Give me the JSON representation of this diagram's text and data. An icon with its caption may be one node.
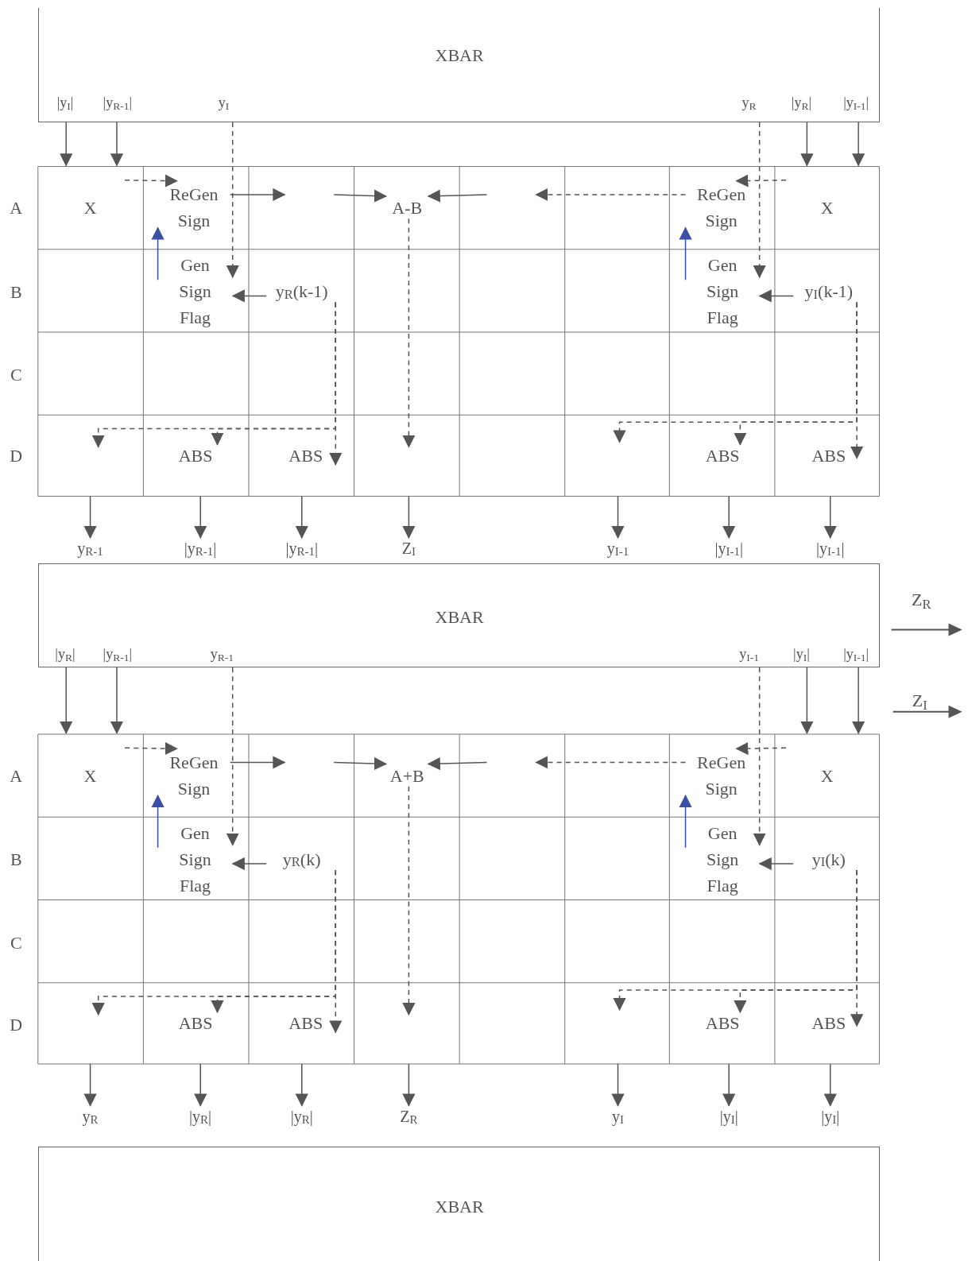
{
  "diagram": {
    "nodes": [
      {
        "text": [
          "XBAR",
          "|y$_{I}$|",
          "|y$_{R-1}$|",
          "y$_{I}$",
          "y$_{R}$",
          "|y$_{R}$|",
          "|y$_{I-1}$|"
        ]
      },
      {
        "text": [
          "X"
        ]
      },
      {
        "text": [
          "ReGen Sign"
        ]
      },
      {
        "text": [
          "A-B"
        ]
      },
      {
        "text": [
          "ReGen Sign"
        ]
      },
      {
        "text": [
          "X"
        ]
      },
      {
        "text": [
          "Gen Sign Flag"
        ]
      },
      {
        "text": [
          "y$_{R}$(k-1)"
        ]
      },
      {
        "text": [
          "Gen Sign Flag"
        ]
      },
      {
        "text": [
          "y$_{I}$(k-1)"
        ]
      },
      {
        "text": [
          "ABS"
        ]
      },
      {
        "text": [
          "ABS"
        ]
      },
      {
        "text": [
          "ABS"
        ]
      },
      {
        "text": [
          "ABS"
        ]
      },
      {
        "text": [
          "y$_{R-1}$"
        ]
      },
      {
        "text": [
          "|y$_{R-1}$|"
        ]
      },
      {
        "text": [
          "|y$_{R-1}$|"
        ]
      },
      {
        "text": [
          "Z$_{I}$"
        ]
      },
      {
        "text": [
          "y$_{I-1}$"
        ]
      },
      {
        "text": [
          "|y$_{I-1}$|"
        ]
      },
      {
        "text": [
          "|y$_{I-1}$|"
        ]
      },
      {
        "text": [
          "XBAR",
          "|y$_{R}$|",
          "|y$_{R-1}$|",
          "y$_{R-1}$",
          "y$_{I-1}$",
          "|y$_{I}$|",
          "|y$_{I-1}$|"
        ]
      },
      {
        "text": [
          "X"
        ]
      },
      {
        "text": [
          "ReGen Sign"
        ]
      },
      {
        "text": [
          "A+B"
        ]
      },
      {
        "text": [
          "ReGen Sign"
        ]
      },
      {
        "text": [
          "X"
        ]
      },
      {
        "text": [
          "Gen Sign Flag"
        ]
      },
      {
        "text": [
          "y$_{R}$(k)"
        ]
      },
      {
        "text": [
          "Gen Sign Flag"
        ]
      },
      {
        "text": [
          "y$_{I}$(k)"
        ]
      },
      {
        "text": [
          "ABS"
        ]
      },
      {
        "text": [
          "ABS"
        ]
      },
      {
        "text": [
          "ABS"
        ]
      },
      {
        "text": [
          "ABS"
        ]
      },
      {
        "text": [
          "y$_{R}$"
        ]
      },
      {
        "text": [
          "|y$_{R}$|"
        ]
      },
      {
        "text": [
          "|y$_{R}$|"
        ]
      },
      {
        "text": [
          "Z$_{R}$"
        ]
      },
      {
        "text": [
          "y$_{I}$"
        ]
      },
      {
        "text": [
          "|y$_{I}$|"
        ]
      },
      {
        "text": [
          "|y$_{I}$|"
        ]
      },
      {
        "text": [
          "XBAR"
        ]
      }
    ],
    "edges": [
      {
        "from": 0,
        "to": 1,
        "arrow": "to"
      },
      {
        "from": 0,
        "to": 1,
        "arrow": "to"
      },
      {
        "from": 0,
        "to": 5,
        "arrow": "to"
      },
      {
        "from": 0,
        "to": 5,
        "arrow": "to"
      },
      {
        "from": 0,
        "to": 6,
        "arrow": "to",
        "style": "dashed"
      },
      {
        "from": 0,
        "to": 8,
        "arrow": "to",
        "style": "dashed"
      },
      {
        "from": null,
        "to": 2,
        "arrow": "to",
        "style": "dashed"
      },
      {
        "from": 2,
        "to": null,
        "arrow": "to"
      },
      {
        "from": null,
        "to": 3,
        "arrow": "to"
      },
      {
        "from": null,
        "to": 3,
        "arrow": "to"
      },
      {
        "from": 4,
        "to": null,
        "arrow": "to",
        "style": "dashed"
      },
      {
        "from": null,
        "to": 4,
        "arrow": "to",
        "style": "dashed"
      },
      {
        "from": 6,
        "to": 2,
        "arrow": "to",
        "color": "#3b4fa3"
      },
      {
        "from": 8,
        "to": 4,
        "arrow": "to",
        "color": "#3b4fa3"
      },
      {
        "from": 7,
        "to": 6,
        "arrow": "to"
      },
      {
        "from": 9,
        "to": 8,
        "arrow": "to"
      },
      {
        "from": 7,
        "to": 11,
        "arrow": "to",
        "style": "dashed"
      },
      {
        "from": 7,
        "to": 10,
        "arrow": "to",
        "style": "dashed"
      },
      {
        "from": 7,
        "to": null,
        "arrow": "to",
        "style": "dashed"
      },
      {
        "from": 3,
        "to": null,
        "arrow": "to",
        "style": "dashed"
      },
      {
        "from": 9,
        "to": 13,
        "arrow": "to",
        "style": "dashed"
      },
      {
        "from": 9,
        "to": 12,
        "arrow": "to",
        "style": "dashed"
      },
      {
        "from": 9,
        "to": null,
        "arrow": "to",
        "style": "dashed"
      },
      {
        "from": null,
        "to": 14,
        "arrow": "to"
      },
      {
        "from": null,
        "to": 15,
        "arrow": "to"
      },
      {
        "from": null,
        "to": 16,
        "arrow": "to"
      },
      {
        "from": null,
        "to": 17,
        "arrow": "to"
      },
      {
        "from": null,
        "to": 18,
        "arrow": "to"
      },
      {
        "from": null,
        "to": 19,
        "arrow": "to"
      },
      {
        "from": null,
        "to": 20,
        "arrow": "to"
      },
      {
        "from": 21,
        "to": 22,
        "arrow": "to"
      },
      {
        "from": 21,
        "to": 22,
        "arrow": "to"
      },
      {
        "from": 21,
        "to": 26,
        "arrow": "to"
      },
      {
        "from": 21,
        "to": 26,
        "arrow": "to"
      },
      {
        "from": 21,
        "to": 27,
        "arrow": "to",
        "style": "dashed"
      },
      {
        "from": 21,
        "to": 29,
        "arrow": "to",
        "style": "dashed"
      },
      {
        "from": null,
        "to": 23,
        "arrow": "to",
        "style": "dashed"
      },
      {
        "from": 23,
        "to": null,
        "arrow": "to"
      },
      {
        "from": null,
        "to": 24,
        "arrow": "to"
      },
      {
        "from": null,
        "to": 24,
        "arrow": "to"
      },
      {
        "from": 25,
        "to": null,
        "arrow": "to",
        "style": "dashed"
      },
      {
        "from": null,
        "to": 25,
        "arrow": "to",
        "style": "dashed"
      },
      {
        "from": 27,
        "to": 23,
        "arrow": "to",
        "color": "#3b4fa3"
      },
      {
        "from": 29,
        "to": 25,
        "arrow": "to",
        "color": "#3b4fa3"
      },
      {
        "from": 28,
        "to": 27,
        "arrow": "to"
      },
      {
        "from": 30,
        "to": 29,
        "arrow": "to"
      },
      {
        "from": 28,
        "to": 32,
        "arrow": "to",
        "style": "dashed"
      },
      {
        "from": 28,
        "to": 31,
        "arrow": "to",
        "style": "dashed"
      },
      {
        "from": 28,
        "to": null,
        "arrow": "to",
        "style": "dashed"
      },
      {
        "from": 24,
        "to": null,
        "arrow": "to",
        "style": "dashed"
      },
      {
        "from": 30,
        "to": 34,
        "arrow": "to",
        "style": "dashed"
      },
      {
        "from": 30,
        "to": 33,
        "arrow": "to",
        "style": "dashed"
      },
      {
        "from": 30,
        "to": null,
        "arrow": "to",
        "style": "dashed"
      },
      {
        "from": null,
        "to": 35,
        "arrow": "to"
      },
      {
        "from": null,
        "to": 36,
        "arrow": "to"
      },
      {
        "from": null,
        "to": 37,
        "arrow": "to"
      },
      {
        "from": null,
        "to": 38,
        "arrow": "to"
      },
      {
        "from": null,
        "to": 39,
        "arrow": "to"
      },
      {
        "from": null,
        "to": 40,
        "arrow": "to"
      },
      {
        "from": null,
        "to": 41,
        "arrow": "to"
      }
    ],
    "labels": [
      "A",
      "B",
      "C",
      "D",
      "Z$_{R}$",
      "Z$_{I}$",
      "A",
      "B",
      "C",
      "D"
    ]
  }
}
